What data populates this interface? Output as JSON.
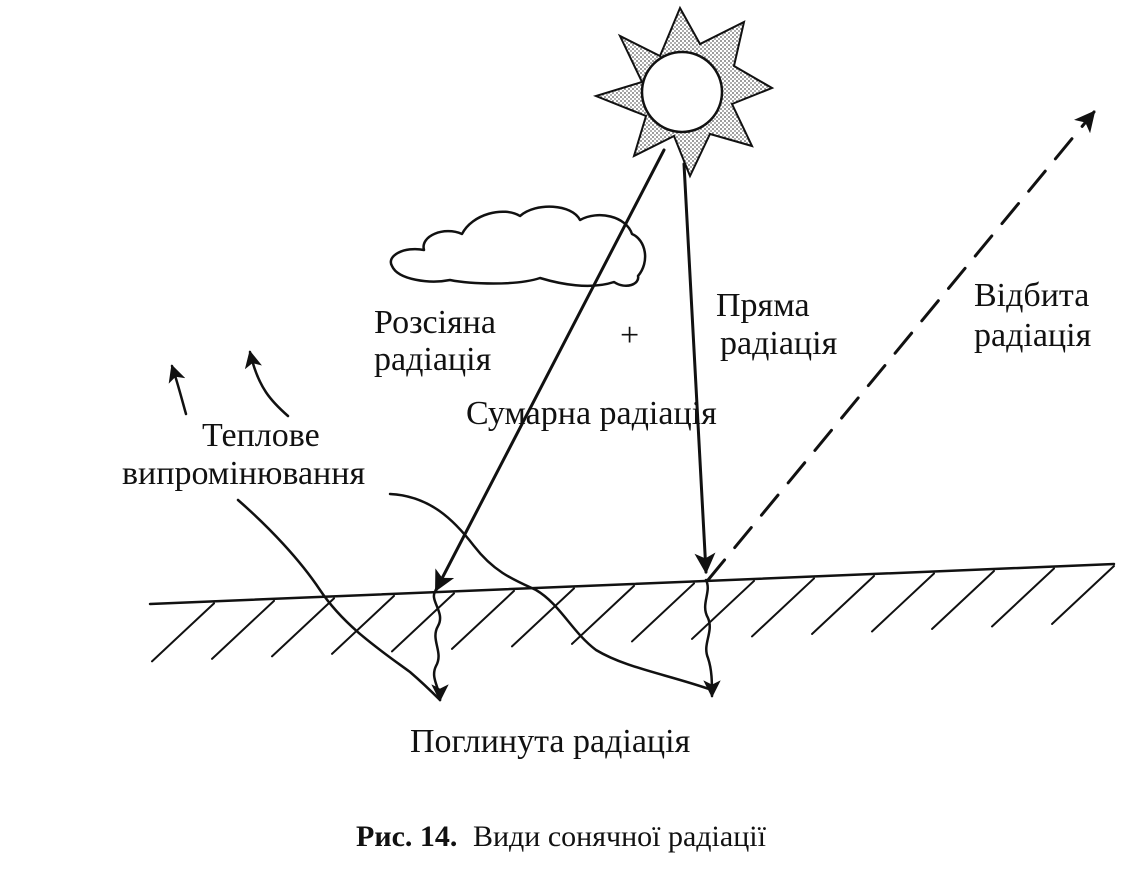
{
  "labels": {
    "scattered": [
      "Розсіяна",
      "радіація"
    ],
    "direct": [
      "Пряма",
      "радіація"
    ],
    "reflected": [
      "Відбита",
      "радіація"
    ],
    "plus": "+",
    "total": "Сумарна радіація",
    "thermal": [
      "Теплове",
      "випромінювання"
    ],
    "absorbed": "Поглинута радіація"
  },
  "caption": {
    "prefix": "Рис. 14.",
    "text": "Види сонячної радіації"
  },
  "colors": {
    "ink": "#111111",
    "sun_fill": "#cfcfcf",
    "background": "#ffffff"
  }
}
